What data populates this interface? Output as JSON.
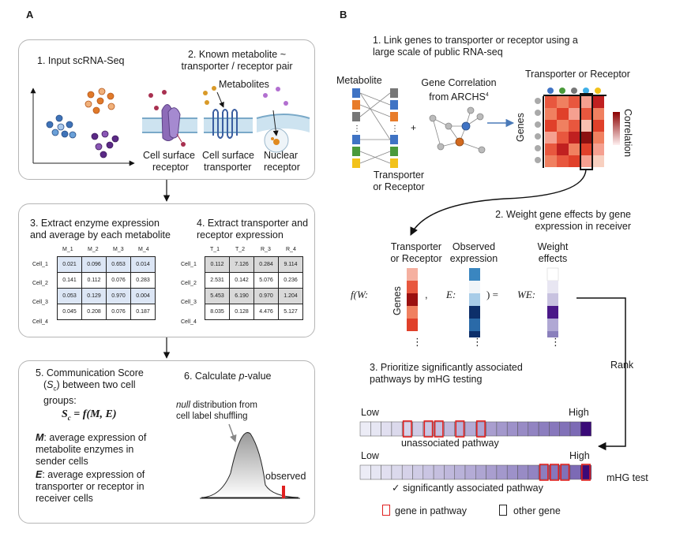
{
  "panel_a": {
    "letter": "A",
    "box1": {
      "step1": "1. Input scRNA-Seq",
      "step2_line1": "2. Known metabolite ~",
      "step2_line2": "transporter / receptor pair",
      "metabolites": "Metabolites",
      "cell_surface_receptor": [
        "Cell surface",
        "receptor"
      ],
      "cell_surface_transporter": [
        "Cell surface",
        "transporter"
      ],
      "nuclear_receptor": [
        "Nuclear",
        "receptor"
      ]
    },
    "box2": {
      "step3_line1": "3. Extract enzyme expression",
      "step3_line2": "and average by each metabolite",
      "step4_line1": "4. Extract transporter and",
      "step4_line2": "receptor expression",
      "table3": {
        "columns": [
          "M_1",
          "M_2",
          "M_3",
          "M_4"
        ],
        "rows": [
          {
            "label": "Cell_1",
            "values": [
              "0.021",
              "0.096",
              "0.653",
              "0.014"
            ]
          },
          {
            "label": "Cell_2",
            "values": [
              "0.141",
              "0.112",
              "0.076",
              "0.283"
            ]
          },
          {
            "label": "Cell_3",
            "values": [
              "0.053",
              "0.129",
              "0.970",
              "0.004"
            ]
          },
          {
            "label": "Cell_4",
            "values": [
              "0.045",
              "0.208",
              "0.076",
              "0.187"
            ]
          }
        ]
      },
      "table4": {
        "columns": [
          "T_1",
          "T_2",
          "R_3",
          "R_4"
        ],
        "rows": [
          {
            "label": "Cell_1",
            "values": [
              "0.112",
              "7.126",
              "0.284",
              "9.114"
            ]
          },
          {
            "label": "Cell_2",
            "values": [
              "2.531",
              "0.142",
              "5.076",
              "0.236"
            ]
          },
          {
            "label": "Cell_3",
            "values": [
              "5.453",
              "6.190",
              "0.970",
              "1.204"
            ]
          },
          {
            "label": "Cell_4",
            "values": [
              "8.035",
              "0.128",
              "4.476",
              "5.127"
            ]
          }
        ]
      }
    },
    "box3": {
      "step5_line1": "5. Communication Score",
      "step5_line2a": "(",
      "step5_sub_s": "S",
      "step5_sub_c": "c",
      "step5_line2b": ") between two cell",
      "step5_line3": "groups:",
      "formula": "S",
      "formula_sub": "c",
      "formula_rest": " = f(M, E)",
      "m_label": "M",
      "m_desc1": ": average expression of",
      "m_desc2": "metabolite enzymes in",
      "m_desc3": "sender cells",
      "e_label": "E",
      "e_desc1": ": average expression of",
      "e_desc2": "transporter or receptor in",
      "e_desc3": "receiver cells",
      "step6_a": "6. Calculate ",
      "step6_p": "p",
      "step6_b": "-value",
      "null_word": "null",
      "null_rest": " distribution from",
      "null_line2": "cell label shuffling",
      "observed": "observed"
    }
  },
  "panel_b": {
    "letter": "B",
    "step1_line1": "1. Link genes to transporter or receptor using a",
    "step1_line2": "large scale of public RNA-seq",
    "metabolite": "Metabolite",
    "gene_corr_line1": "Gene Correlation",
    "gene_corr_line2a": "from ARCHS",
    "gene_corr_sup": "4",
    "plus": "+",
    "transporter_or_receptor_top": "Transporter or Receptor",
    "genes": "Genes",
    "correlation": "Correlation",
    "transporter_line1": "Transporter",
    "transporter_line2": "or Receptor",
    "step2_line1": "2. Weight gene effects by gene",
    "step2_line2": "expression in receiver",
    "col1_line1": "Transporter",
    "col1_line2": "or Receptor",
    "col2_line1": "Observed",
    "col2_line2": "expression",
    "col3_line1": "Weight",
    "col3_line2": "effects",
    "f_w": "f(W:",
    "comma": ",",
    "e_colon": "E:",
    "close_eq": ")  =",
    "we": "WE:",
    "genes2": "Genes",
    "dots": "⋮",
    "rank": "Rank",
    "step3_line1": "3. Prioritize significantly associated",
    "step3_line2": "pathways by mHG testing",
    "low1": "Low",
    "high1": "High",
    "unassociated": "unassociated pathway",
    "low2": "Low",
    "high2": "High",
    "mhg_test": "mHG test",
    "check": "✓",
    "significant": " significantly associated pathway",
    "legend_in_pathway": "gene in pathway",
    "legend_other": "other gene"
  },
  "colors": {
    "panel_border": "#b5b5b5",
    "highlight_red": "#e02020",
    "table_blue": "#dce6f5",
    "table_gray": "#d9d9d9",
    "arrow_blue": "#4a7ab8"
  }
}
